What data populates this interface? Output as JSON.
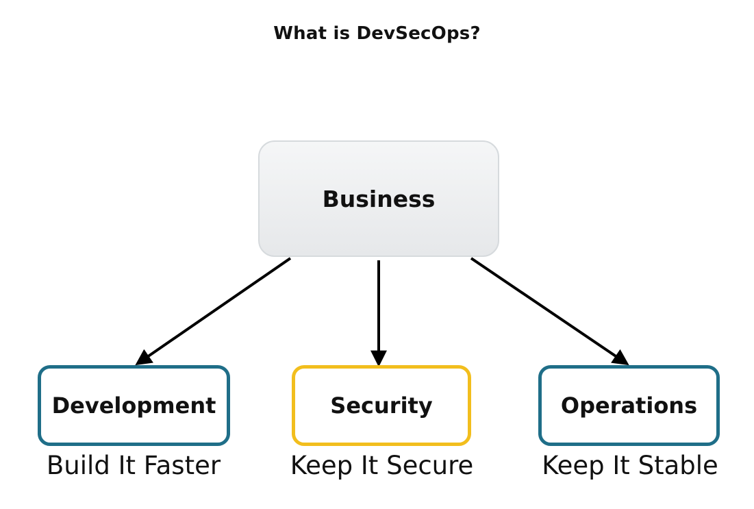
{
  "title": "What is DevSecOps?",
  "nodes": {
    "business": {
      "label": "Business"
    },
    "development": {
      "label": "Development",
      "caption": "Build It Faster"
    },
    "security": {
      "label": "Security",
      "caption": "Keep It Secure"
    },
    "operations": {
      "label": "Operations",
      "caption": "Keep It Stable"
    }
  },
  "edges": [
    {
      "from": "business",
      "to": "development"
    },
    {
      "from": "business",
      "to": "security"
    },
    {
      "from": "business",
      "to": "operations"
    }
  ],
  "colors": {
    "development_border": "#1f6e88",
    "security_border": "#f2be1d",
    "operations_border": "#1f6e88",
    "business_fill": "#eceef0",
    "arrow": "#000000"
  }
}
